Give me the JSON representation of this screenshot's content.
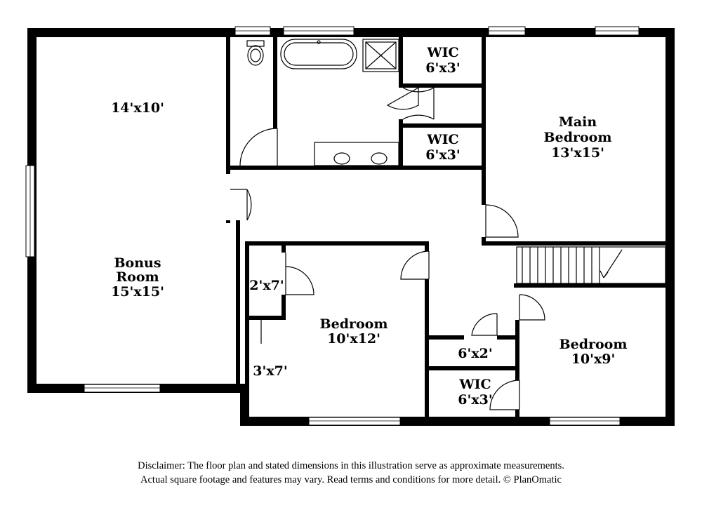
{
  "rooms": {
    "upper_left": {
      "dims": "14'x10'"
    },
    "bonus": {
      "name1": "Bonus",
      "name2": "Room",
      "dims": "15'x15'"
    },
    "wic_top": {
      "name": "WIC",
      "dims": "6'x3'"
    },
    "wic_mid": {
      "name": "WIC",
      "dims": "6'x3'"
    },
    "main_bedroom": {
      "name1": "Main",
      "name2": "Bedroom",
      "dims": "13'x15'"
    },
    "closet_2x7": {
      "dims": "2'x7'"
    },
    "bedroom_center": {
      "name": "Bedroom",
      "dims": "10'x12'"
    },
    "closet_3x7": {
      "dims": "3'x7'"
    },
    "closet_6x2": {
      "dims": "6'x2'"
    },
    "wic_bottom": {
      "name": "WIC",
      "dims": "6'x3'"
    },
    "bedroom_right": {
      "name": "Bedroom",
      "dims": "10'x9'"
    }
  },
  "disclaimer": {
    "line1": "Disclaimer: The floor plan and stated dimensions in this illustration serve as approximate measurements.",
    "line2": "Actual square footage and features may vary. Read terms and conditions for more detail. © PlanOmatic"
  }
}
